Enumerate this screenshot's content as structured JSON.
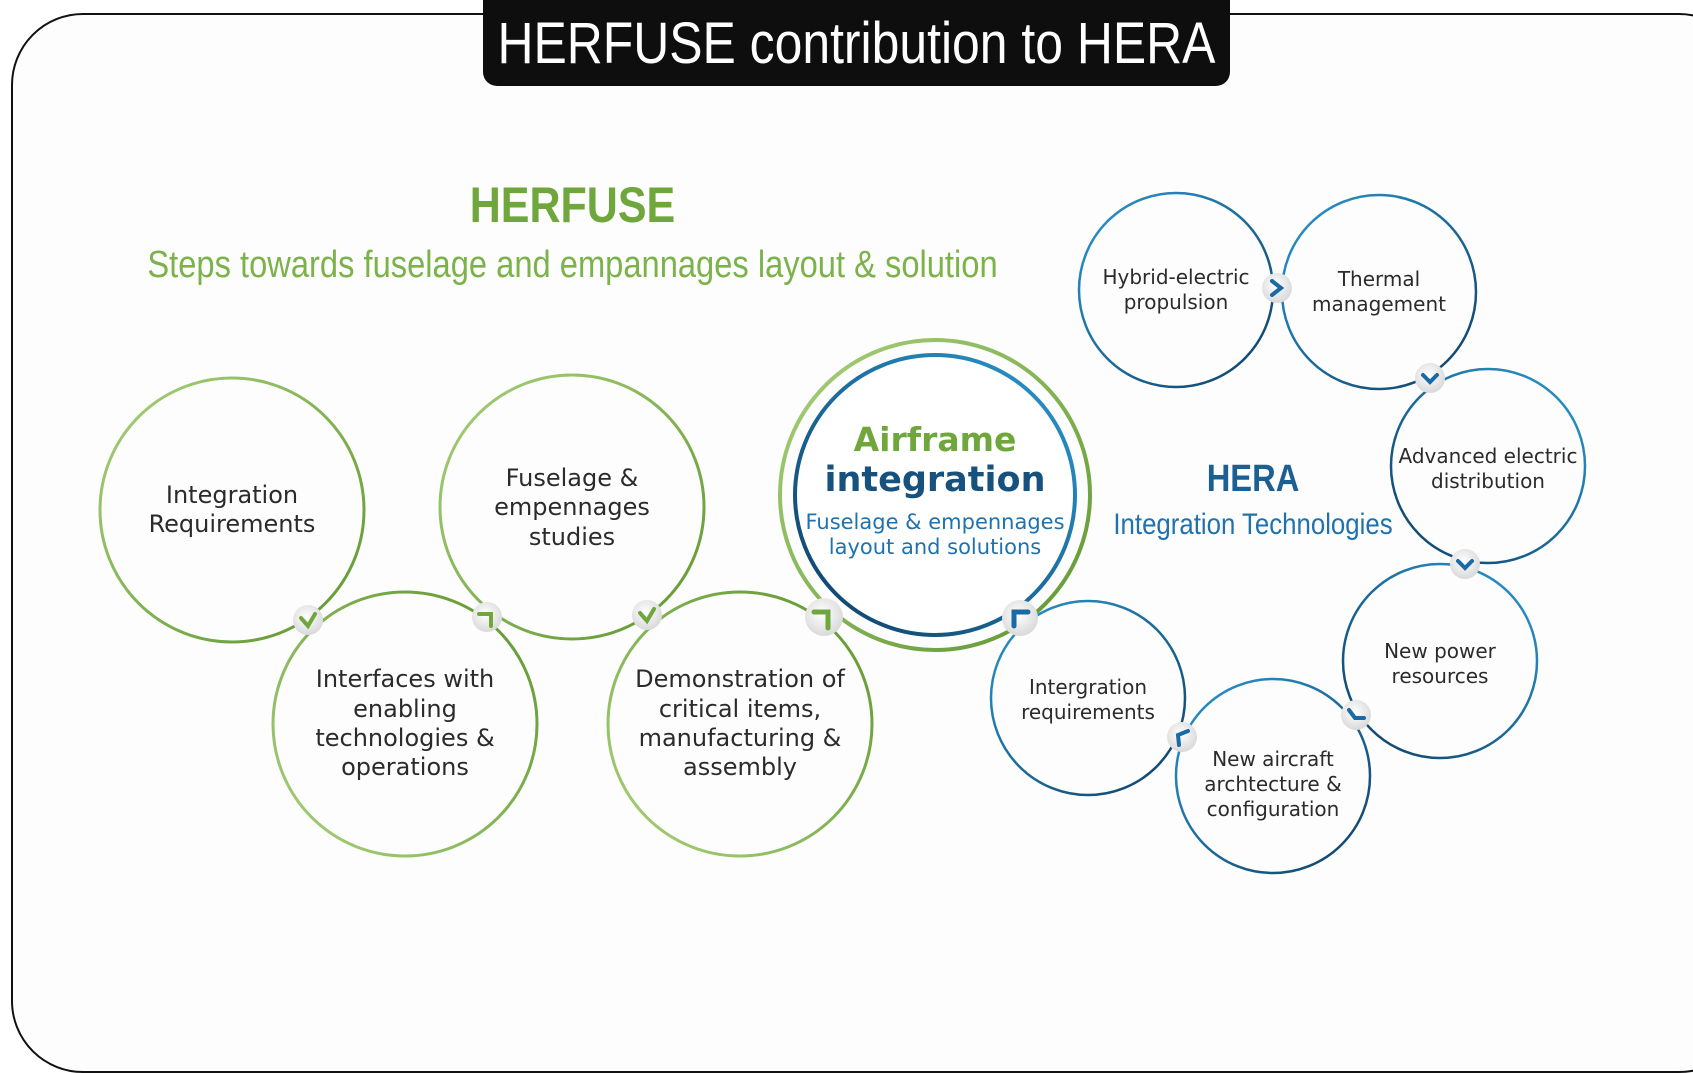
{
  "title": "HERFUSE contribution to HERA",
  "herfuse": {
    "heading": "HERFUSE",
    "subheading": "Steps towards fuselage and empannages layout & solution",
    "steps": [
      "Integration Requirements",
      "Interfaces with enabling technologies & operations",
      "Fuselage & empennages studies",
      "Demonstration of critical items, manufacturing & assembly"
    ]
  },
  "hub": {
    "line1": "Airframe",
    "line2": "integration",
    "sub": "Fuselage & empennages layout and solutions"
  },
  "hera": {
    "heading": "HERA",
    "subheading": "Integration Technologies",
    "steps": [
      "Hybrid-electric propulsion",
      "Thermal management",
      "Advanced electric distribution",
      "New power resources",
      "New aircraft archtecture & configuration",
      "Intergration requirements"
    ]
  },
  "colors": {
    "green_dark": "#5e9630",
    "green_light": "#a9d07a",
    "blue_dark": "#0e3f66",
    "blue_light": "#2a97cf",
    "frame": "#111111",
    "title_bg": "#0e0e0e"
  }
}
